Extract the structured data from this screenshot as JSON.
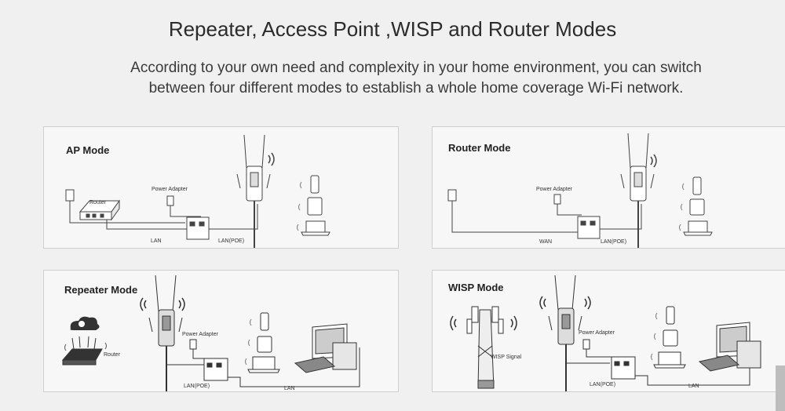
{
  "header": {
    "title": "Repeater, Access Point ,WISP and Router Modes",
    "description": "According to your own need and complexity in your home environment, you can switch between four different modes to establish a whole home coverage Wi-Fi network."
  },
  "panels": {
    "ap": {
      "title": "AP Mode",
      "router": "Router",
      "power_adapter": "Power Adapter",
      "lan": "LAN",
      "lan_poe": "LAN(POE)"
    },
    "router": {
      "title": "Router Mode",
      "power_adapter": "Power Adapter",
      "wan": "WAN",
      "lan_poe": "LAN(POE)"
    },
    "repeater": {
      "title": "Repeater  Mode",
      "router": "Router",
      "power_adapter": "Power Adapter",
      "lan_poe": "LAN(POE)",
      "lan": "LAN"
    },
    "wisp": {
      "title": "WISP Mode",
      "wisp_signal": "WISP Signal",
      "power_adapter": "Power Adapter",
      "lan_poe": "LAN(POE)",
      "lan": "LAN"
    }
  },
  "icons": [
    "ap-antenna-icon",
    "wifi-icon",
    "phone-icon",
    "tablet-icon",
    "laptop-icon",
    "router-icon",
    "poe-injector-icon",
    "wall-plug-icon",
    "cloud-icon",
    "desktop-computer-icon",
    "cell-tower-icon"
  ]
}
